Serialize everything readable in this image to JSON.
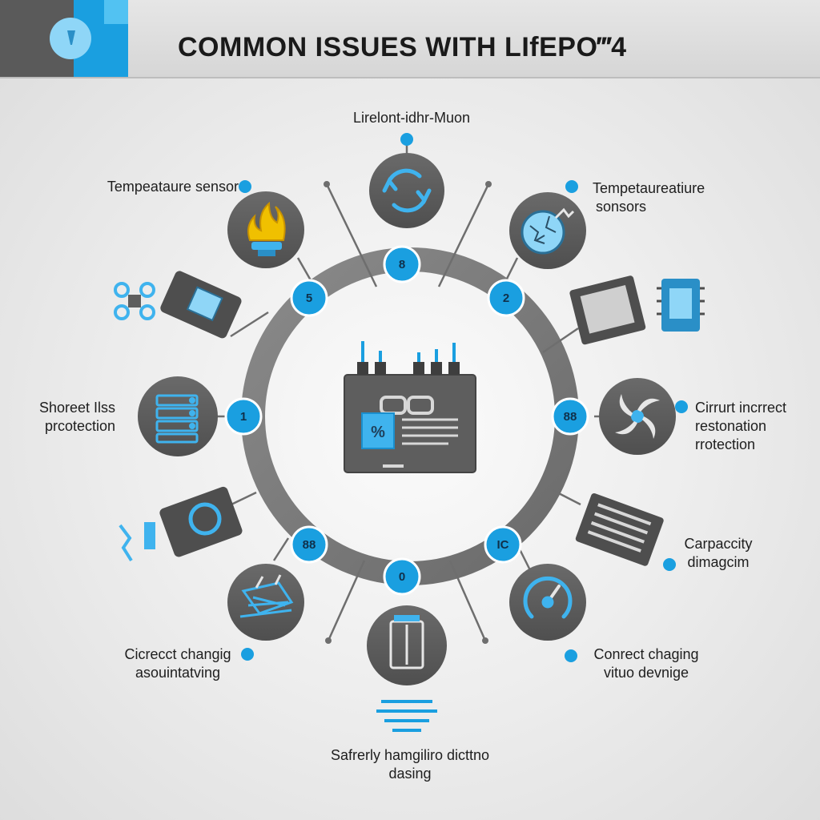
{
  "header": {
    "title": "COMMON ISSUES WITH LIfEPO‴4"
  },
  "colors": {
    "accent": "#1a9fe0",
    "ring": "#7a7a7a",
    "node": "#5f5f5f",
    "connector": "#6e6e6e"
  },
  "nodes": [
    {
      "id": "top",
      "label_lines": [
        "Lirelont-idhr-Muon"
      ],
      "icon": "recycle-arrows-icon",
      "marker": "8"
    },
    {
      "id": "upper-left",
      "label_lines": [
        "Tempeataure sensor"
      ],
      "icon": "flame-icon",
      "marker": "5"
    },
    {
      "id": "upper-right",
      "label_lines": [
        "Tempetaureatiure",
        "sonsors"
      ],
      "icon": "cracked-cell-icon",
      "marker": "2"
    },
    {
      "id": "left",
      "label_lines": [
        "Shoreet Ilss",
        "prcotection"
      ],
      "icon": "server-rack-icon",
      "marker": "1"
    },
    {
      "id": "right",
      "label_lines": [
        "Cirrurt incrrect",
        "restonation",
        "rrotection"
      ],
      "icon": "fan-icon",
      "marker": "88"
    },
    {
      "id": "lower-right",
      "label_lines": [
        "Carpaccity",
        "dimagcim"
      ],
      "icon": "gauge-icon",
      "marker": "IC"
    },
    {
      "id": "lower-left",
      "label_lines": [
        "Cicrecct changig",
        "asouintatving"
      ],
      "icon": "shattered-cell-icon",
      "marker": "88"
    },
    {
      "id": "bottom",
      "label_lines": [
        "Safrerly hamgiliro dicttno",
        "dasing"
      ],
      "icon": "battery-cabinet-icon",
      "marker": "0"
    }
  ]
}
